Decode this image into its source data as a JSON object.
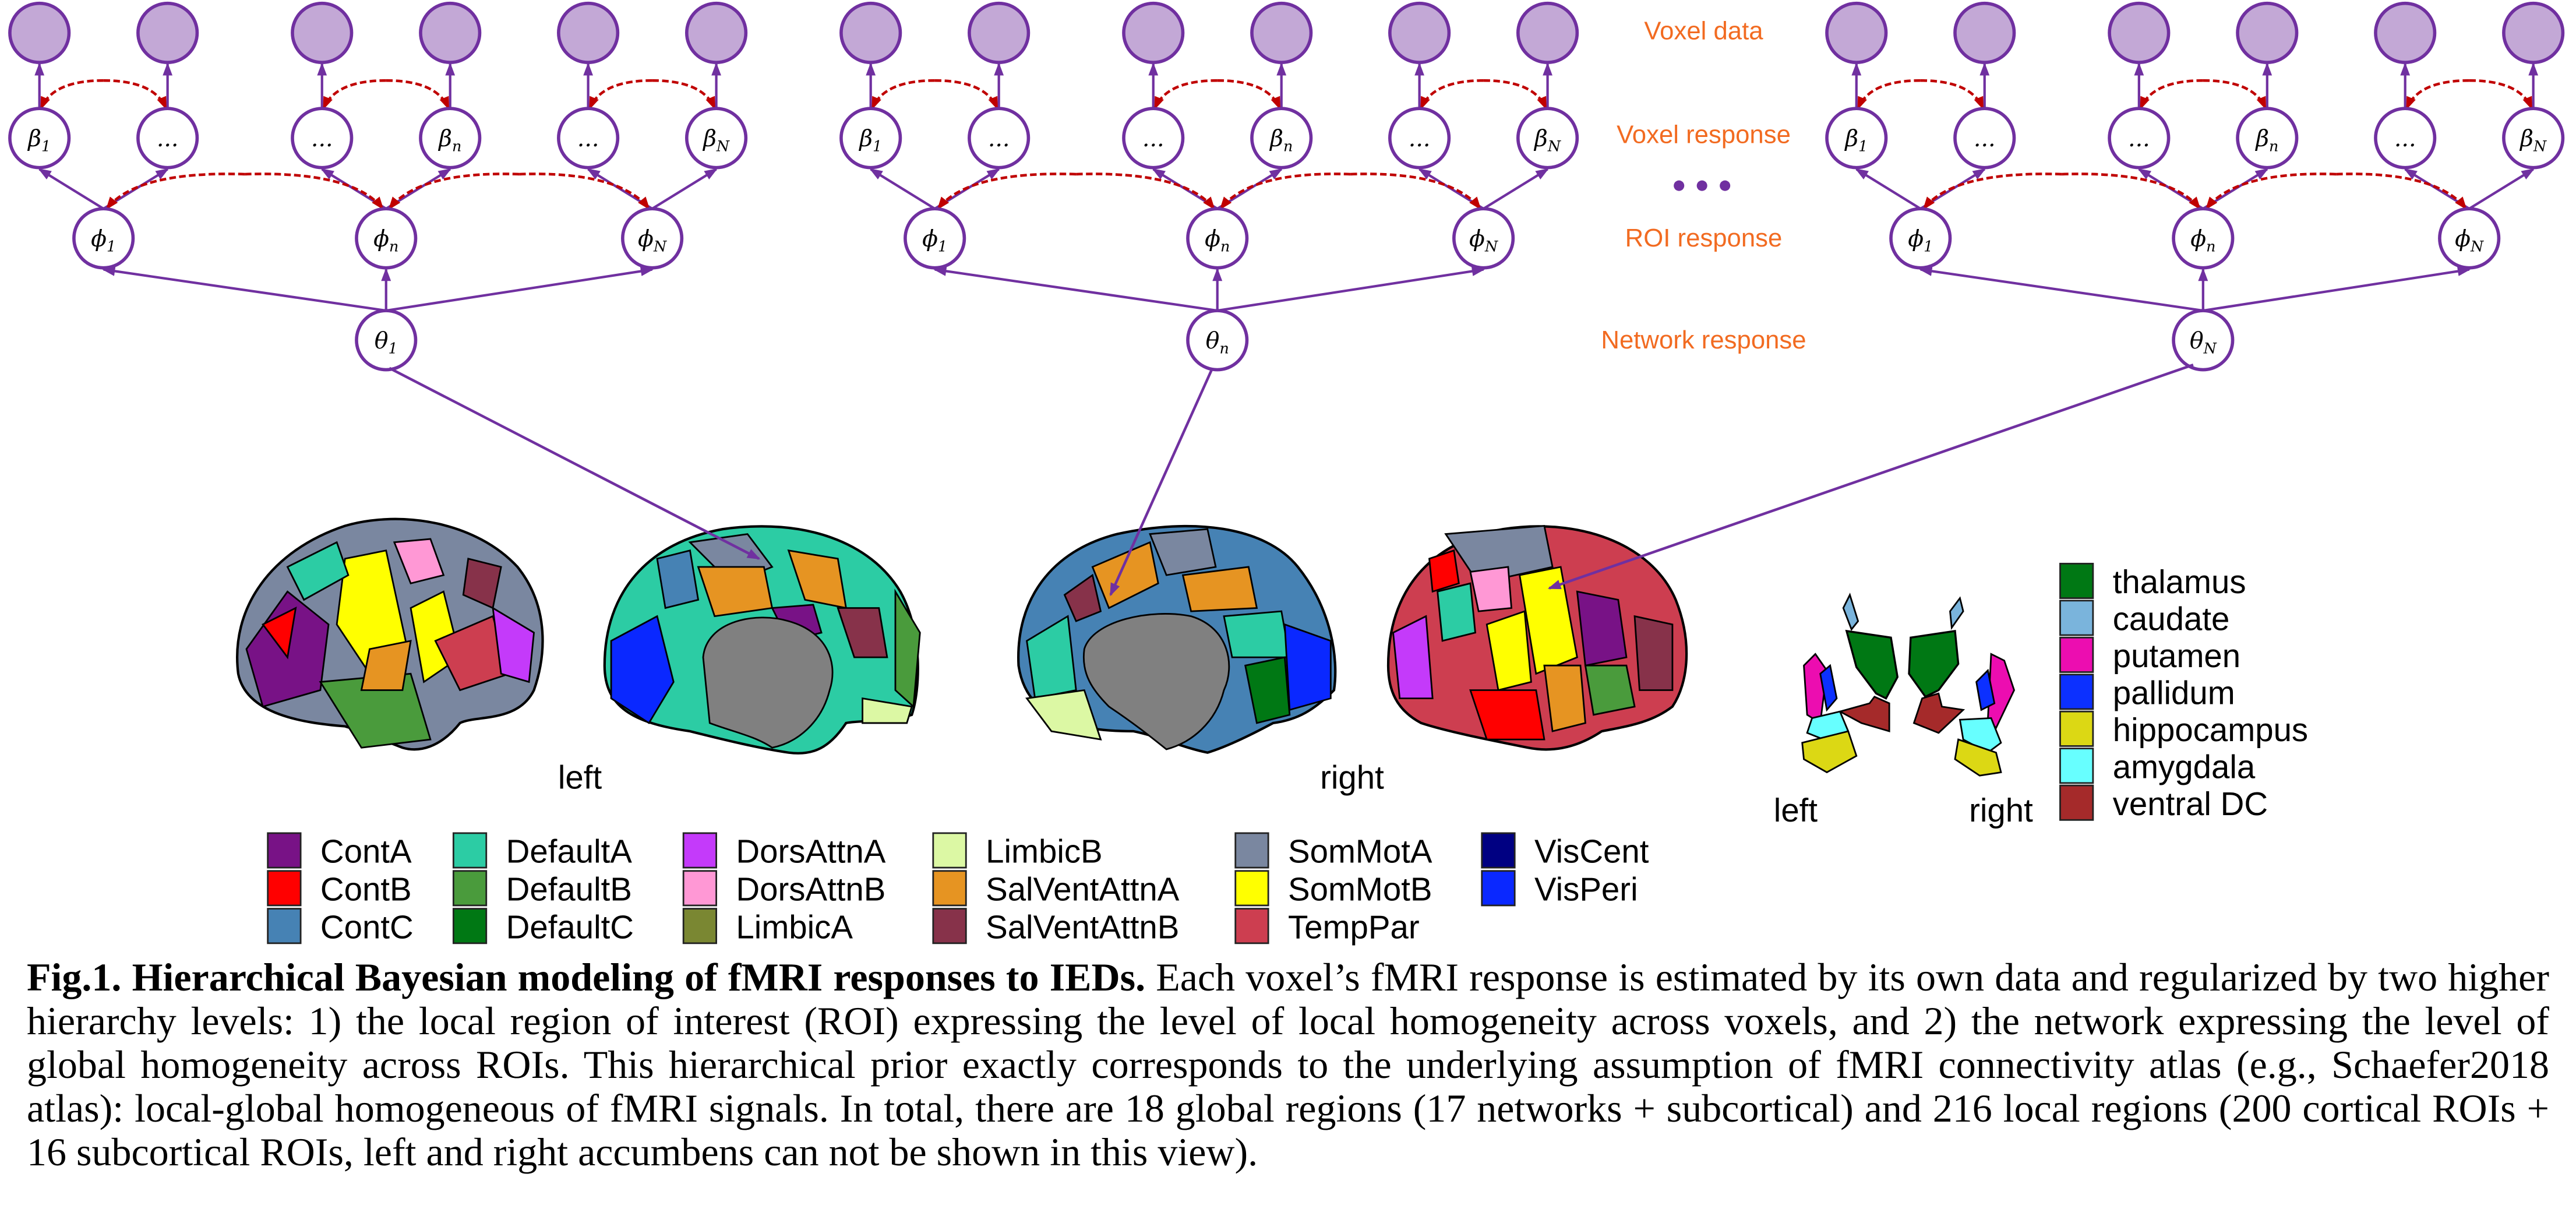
{
  "figure": {
    "level_labels": {
      "voxel_data": "Voxel data",
      "voxel_response": "Voxel response",
      "roi_response": "ROI response",
      "network_response": "Network response"
    },
    "ellipsis": "...",
    "networks": [
      {
        "theta": "θ",
        "theta_sub": "1",
        "phis": [
          {
            "sym": "ϕ",
            "sub": "1"
          },
          {
            "sym": "ϕ",
            "sub": "n"
          },
          {
            "sym": "ϕ",
            "sub": "N"
          }
        ],
        "betas": [
          {
            "sym": "β",
            "sub": "1"
          },
          {
            "sym": "",
            "sub": "..."
          },
          {
            "sym": "",
            "sub": "..."
          },
          {
            "sym": "β",
            "sub": "n"
          },
          {
            "sym": "",
            "sub": "..."
          },
          {
            "sym": "β",
            "sub": "N"
          }
        ]
      },
      {
        "theta": "θ",
        "theta_sub": "n",
        "phis": [
          {
            "sym": "ϕ",
            "sub": "1"
          },
          {
            "sym": "ϕ",
            "sub": "n"
          },
          {
            "sym": "ϕ",
            "sub": "N"
          }
        ],
        "betas": [
          {
            "sym": "β",
            "sub": "1"
          },
          {
            "sym": "",
            "sub": "..."
          },
          {
            "sym": "",
            "sub": "..."
          },
          {
            "sym": "β",
            "sub": "n"
          },
          {
            "sym": "",
            "sub": "..."
          },
          {
            "sym": "β",
            "sub": "N"
          }
        ]
      },
      {
        "theta": "θ",
        "theta_sub": "N",
        "phis": [
          {
            "sym": "ϕ",
            "sub": "1"
          },
          {
            "sym": "ϕ",
            "sub": "n"
          },
          {
            "sym": "ϕ",
            "sub": "N"
          }
        ],
        "betas": [
          {
            "sym": "β",
            "sub": "1"
          },
          {
            "sym": "",
            "sub": "..."
          },
          {
            "sym": "",
            "sub": "..."
          },
          {
            "sym": "β",
            "sub": "n"
          },
          {
            "sym": "",
            "sub": "..."
          },
          {
            "sym": "β",
            "sub": "N"
          }
        ]
      }
    ],
    "colors": {
      "node_stroke": "#7030a0",
      "observed_fill": "#c3a8d6",
      "dependency_arrow": "#c00000",
      "label_text": "#f26b21",
      "medial_wall": "#808080"
    },
    "cortex_labels": {
      "left": "left",
      "right": "right"
    },
    "subcortex_labels": {
      "left": "left",
      "right": "right"
    },
    "network_legend": [
      {
        "name": "ContA",
        "color": "#781286"
      },
      {
        "name": "ContB",
        "color": "#ff0000"
      },
      {
        "name": "ContC",
        "color": "#4682b4"
      },
      {
        "name": "DefaultA",
        "color": "#2ccca4"
      },
      {
        "name": "DefaultB",
        "color": "#4a9b3c"
      },
      {
        "name": "DefaultC",
        "color": "#007814"
      },
      {
        "name": "DorsAttnA",
        "color": "#c43afa"
      },
      {
        "name": "DorsAttnB",
        "color": "#ff98d5"
      },
      {
        "name": "LimbicA",
        "color": "#7a8732"
      },
      {
        "name": "LimbicB",
        "color": "#dcf8a4"
      },
      {
        "name": "SalVentAttnA",
        "color": "#e69422"
      },
      {
        "name": "SalVentAttnB",
        "color": "#87324a"
      },
      {
        "name": "SomMotA",
        "color": "#7a87a0"
      },
      {
        "name": "SomMotB",
        "color": "#ffff00"
      },
      {
        "name": "TempPar",
        "color": "#cd3e50"
      },
      {
        "name": "VisCent",
        "color": "#000082"
      },
      {
        "name": "VisPeri",
        "color": "#0a28ff"
      }
    ],
    "subcortical_legend": [
      {
        "name": "thalamus",
        "color": "#007814"
      },
      {
        "name": "caudate",
        "color": "#7ab4dc"
      },
      {
        "name": "putamen",
        "color": "#ec0db0"
      },
      {
        "name": "pallidum",
        "color": "#0c30ff"
      },
      {
        "name": "hippocampus",
        "color": "#dcd814"
      },
      {
        "name": "amygdala",
        "color": "#67ffff"
      },
      {
        "name": "ventral DC",
        "color": "#a52a2a"
      }
    ]
  },
  "caption": {
    "title": "Fig.1. Hierarchical Bayesian modeling of fMRI responses to IEDs.",
    "body": " Each voxel’s fMRI response is estimated by its own data and regularized by two higher hierarchy levels: 1) the local region of interest (ROI) expressing the level of local homogeneity across voxels, and 2) the network expressing the level of global homogeneity across ROIs. This hierarchical prior exactly corresponds to the underlying assumption of fMRI connectivity atlas (e.g., Schaefer2018 atlas): local-global homogeneous of fMRI signals. In total, there are 18 global regions (17 networks + subcortical) and 216 local regions (200 cortical ROIs + 16 subcortical ROIs, left and right accumbens can not be shown in this view)."
  }
}
